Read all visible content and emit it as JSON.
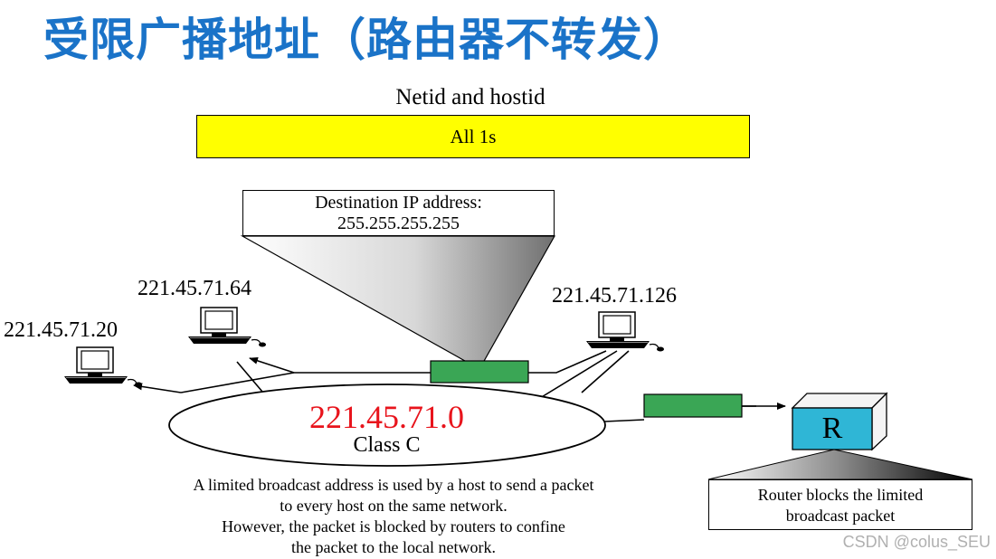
{
  "title": "受限广播地址（路由器不转发）",
  "header": {
    "netid_label": "Netid and hostid",
    "bits_label": "All 1s"
  },
  "destination": {
    "line1": "Destination IP address:",
    "line2": "255.255.255.255"
  },
  "hosts": [
    "221.45.71.20",
    "221.45.71.64",
    "221.45.71.126"
  ],
  "network": {
    "address": "221.45.71.0",
    "class": "Class C",
    "address_color": "#e8141c"
  },
  "router": {
    "letter": "R",
    "note_line1": "Router blocks the limited",
    "note_line2": "broadcast packet",
    "color": "#2fb6d6"
  },
  "caption": [
    "A limited broadcast address is used by a host to send a packet",
    "to every host on the same network.",
    "However, the packet is blocked by routers to confine",
    "the packet to the local network."
  ],
  "colors": {
    "title": "#1a73c8",
    "bitfield": "#ffff00",
    "packet": "#3aa655"
  },
  "watermark": "CSDN @colus_SEU"
}
